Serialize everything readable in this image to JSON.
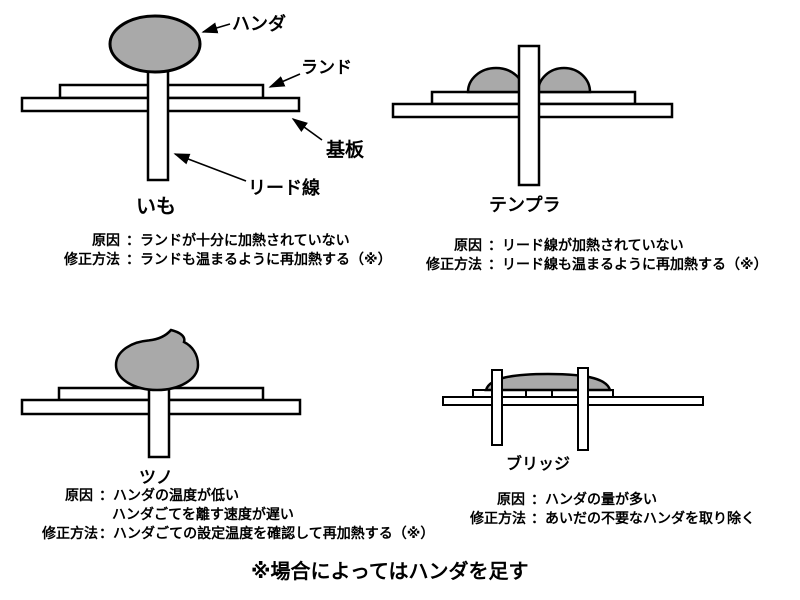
{
  "panels": {
    "imo": {
      "title": "いも",
      "cause_label": "原因",
      "cause": "：ランドが十分に加熱されていない",
      "fix_label": "修正方法",
      "fix": "：ランドも温まるように再加熱する（※）",
      "callouts": {
        "solder": "ハンダ",
        "land": "ランド",
        "board": "基板",
        "lead": "リード線"
      }
    },
    "tempura": {
      "title": "テンプラ",
      "cause_label": "原因",
      "cause": "：リード線が加熱されていない",
      "fix_label": "修正方法",
      "fix": "：リード線も温まるように再加熱する（※）"
    },
    "tsuno": {
      "title": "ツノ",
      "cause_label": "原因",
      "cause_line1": "：ハンダの温度が低い",
      "cause_line2": "ハンダごてを離す速度が遅い",
      "fix_label": "修正方法",
      "fix": "：ハンダごての設定温度を確認して再加熱する（※）"
    },
    "bridge": {
      "title": "ブリッジ",
      "cause_label": "原因",
      "cause": "：ハンダの量が多い",
      "fix_label": "修正方法",
      "fix": "：あいだの不要なハンダを取り除く"
    }
  },
  "footnote": "※場合によってはハンダを足す",
  "colors": {
    "solder_gray": "#a9a9a9",
    "outline": "#000000",
    "background": "#ffffff"
  }
}
